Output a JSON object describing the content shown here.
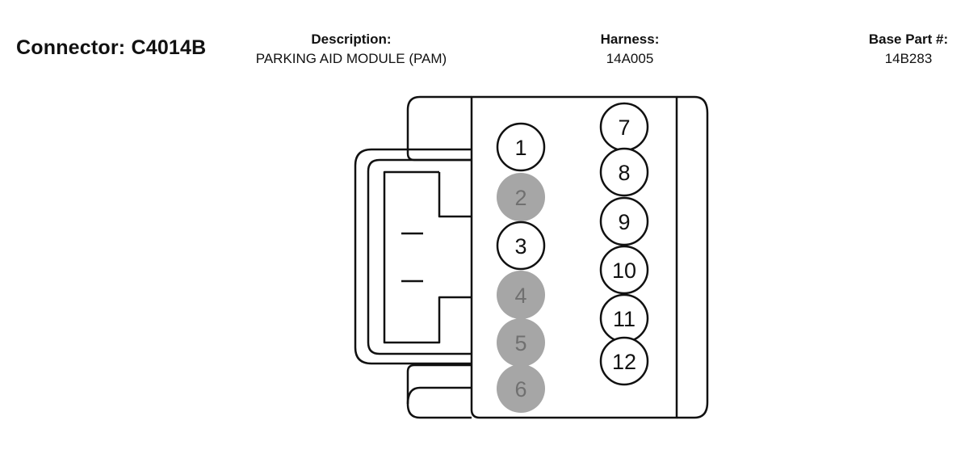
{
  "header": {
    "connector": "Connector: C4014B",
    "description_label": "Description:",
    "description_value": "PARKING AID MODULE (PAM)",
    "harness_label": "Harness:",
    "harness_value": "14A005",
    "base_part_label": "Base Part #:",
    "base_part_value": "14B283"
  },
  "pins": [
    {
      "label": "1",
      "filled": false
    },
    {
      "label": "2",
      "filled": true
    },
    {
      "label": "3",
      "filled": false
    },
    {
      "label": "4",
      "filled": true
    },
    {
      "label": "5",
      "filled": true
    },
    {
      "label": "6",
      "filled": true
    },
    {
      "label": "7",
      "filled": false
    },
    {
      "label": "8",
      "filled": false
    },
    {
      "label": "9",
      "filled": false
    },
    {
      "label": "10",
      "filled": false
    },
    {
      "label": "11",
      "filled": false
    },
    {
      "label": "12",
      "filled": false
    }
  ],
  "colors": {
    "stroke": "#111111",
    "pin_filled": "#a6a6a6",
    "pin_filled_text": "#707070",
    "pin_empty": "#ffffff",
    "pin_empty_text": "#111111"
  }
}
